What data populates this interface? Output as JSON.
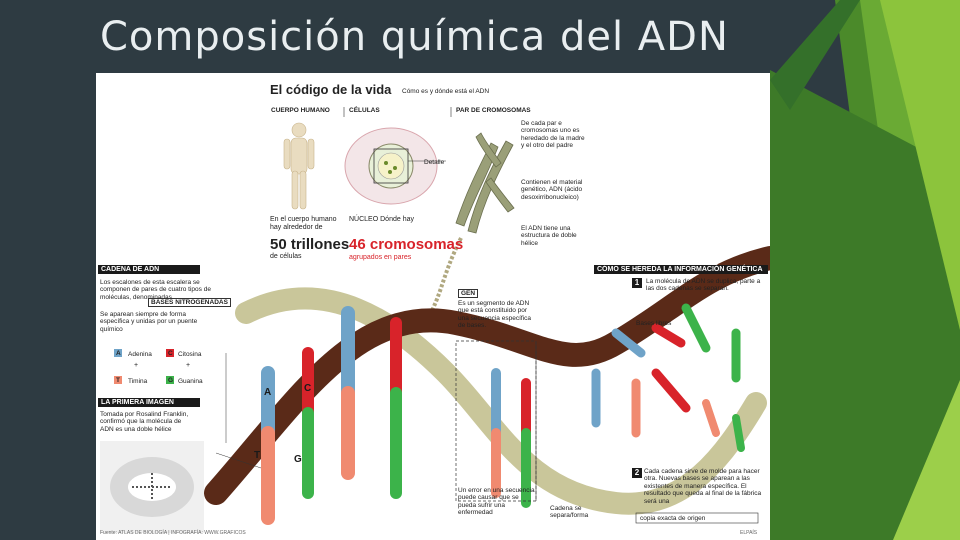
{
  "slide": {
    "title": "Composición química del ADN"
  },
  "poster": {
    "heading": "El código de la vida",
    "subheading": "Cómo es y dónde está el ADN",
    "col_human": "CUERPO HUMANO",
    "col_cells": "CÉLULAS",
    "col_pair": "PAR DE CROMOSOMAS",
    "pair_note": "De cada par e cromosomas uno es heredado de la madre y el otro del padre",
    "detail_label": "Detalle",
    "chromo_note": "Contienen el material genético, ADN (ácido desoxirribonucleico)",
    "adn_note": "El ADN tiene una estructura de doble hélice",
    "human_text": "En el cuerpo humano hay alrededor de",
    "human_big": "50 trillones",
    "human_unit": "de células",
    "nucleus_text": "NÚCLEO Dónde hay",
    "nucleus_big": "46 cromosomas",
    "nucleus_sub": "agrupados en pares",
    "chain_bar": "CADENA DE ADN",
    "chain_text": "Los escalones de esta escalera se componen de pares de cuatro tipos de moléculas, denominadas",
    "chain_bases": "BASES NITROGENADAS",
    "pairs_text": "Se aparean siempre de forma específica y unidas por un puente químico",
    "base_a": "A",
    "base_a_name": "Adenina",
    "base_c": "C",
    "base_c_name": "Citosina",
    "base_t": "T",
    "base_t_name": "Timina",
    "base_g": "G",
    "base_g_name": "Guanina",
    "plus": "+",
    "first_image_bar": "LA PRIMERA IMAGEN",
    "first_image_text": "Tomada por Rosalind Franklin, confirmó que la molécula de ADN es una doble hélice",
    "gene_label": "GEN",
    "gene_text": "Es un segmento de ADN que está constituido por una secuencia específica de bases.",
    "error_text": "Un error en una secuencia puede causar que se pueda sufrir una enfermedad",
    "chain_sep": "Cadena se separa/forma",
    "inherit_bar": "CÓMO SE HEREDA LA INFORMACIÓN GENÉTICA",
    "step1_num": "1",
    "step1_text": "La molécula de ADN se duplica, parte a las dos cadenas se separan.",
    "free_bases": "Bases libres",
    "step2_num": "2",
    "step2_text": "Cada cadena sirve de molde para hacer otra. Nuevas bases se aparean a las existentes de manera específica. El resultado que queda al final de la fábrica será una",
    "step2_box": "copia exacta de origen",
    "source": "Fuente: ATLAS DE BIOLOGÍA | INFOGRAFÍA: WWW.GRAFICOS",
    "author": "ELPAÍS",
    "letter_a": "A",
    "letter_c": "C",
    "letter_t": "T",
    "letter_g": "G"
  },
  "colors": {
    "background": "#2e3b42",
    "accent_green": "#8cc43c",
    "dark_green": "#4b8a2a",
    "adenine_blue": "#6fa3c8",
    "cytosine_red": "#d8232a",
    "thymine_salmon": "#f08a70",
    "guanine_green": "#3cb34a",
    "helix_brown": "#5a2a18",
    "helix_beige": "#c9c69a"
  }
}
